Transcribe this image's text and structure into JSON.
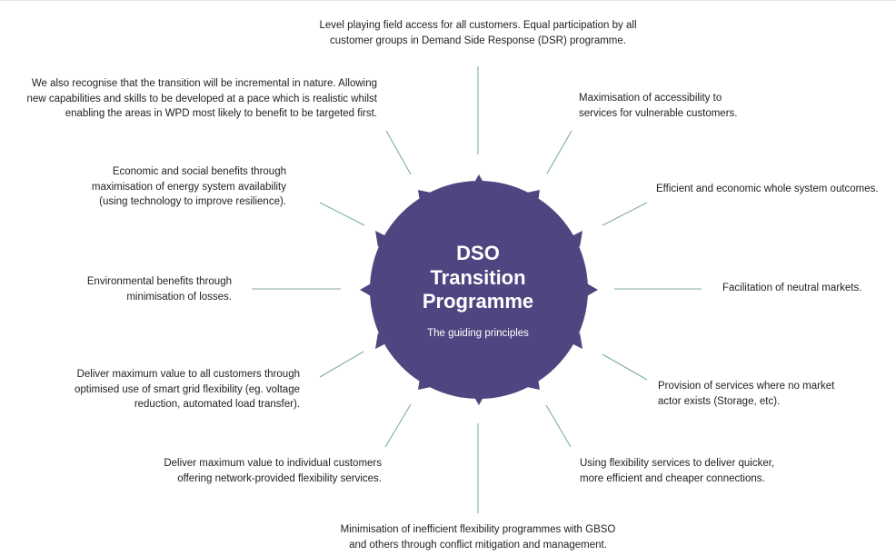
{
  "center": {
    "title_lines": [
      "DSO",
      "Transition",
      "Programme"
    ],
    "subtitle": "The guiding principles"
  },
  "colors": {
    "hub": "#4f4681",
    "connector": "#7eae9b"
  },
  "principles": {
    "top": [
      "Level playing field access for all customers. Equal participation by all",
      "customer groups in Demand Side Response (DSR) programme."
    ],
    "accessibility": [
      "Maximisation of accessibility to",
      "services for vulnerable customers."
    ],
    "efficient": [
      "Efficient and economic whole system outcomes."
    ],
    "neutral_markets": [
      "Facilitation of neutral markets."
    ],
    "no_market_actor": [
      "Provision of services where no market",
      "actor exists (Storage, etc)."
    ],
    "flexibility_connections": [
      "Using flexibility services to deliver quicker,",
      "more efficient and cheaper connections."
    ],
    "bottom": [
      "Minimisation of inefficient flexibility programmes with GBSO",
      "and others through conflict mitigation and management."
    ],
    "individual_customers": [
      "Deliver maximum value to individual customers",
      "offering network-provided flexibility services."
    ],
    "smart_grid": [
      "Deliver maximum value to all customers through",
      "optimised use of smart grid flexibility (eg. voltage",
      "reduction, automated load transfer)."
    ],
    "environmental": [
      "Environmental benefits through",
      "minimisation of losses."
    ],
    "economic_social": [
      "Economic and social benefits through",
      "maximisation of energy system availability",
      "(using technology to improve resilience)."
    ],
    "incremental": [
      "We also recognise that the transition will be incremental in nature. Allowing",
      "new capabilities and skills to be developed at a pace which is realistic whilst",
      "enabling the areas in WPD most likely to benefit to be targeted first."
    ]
  }
}
